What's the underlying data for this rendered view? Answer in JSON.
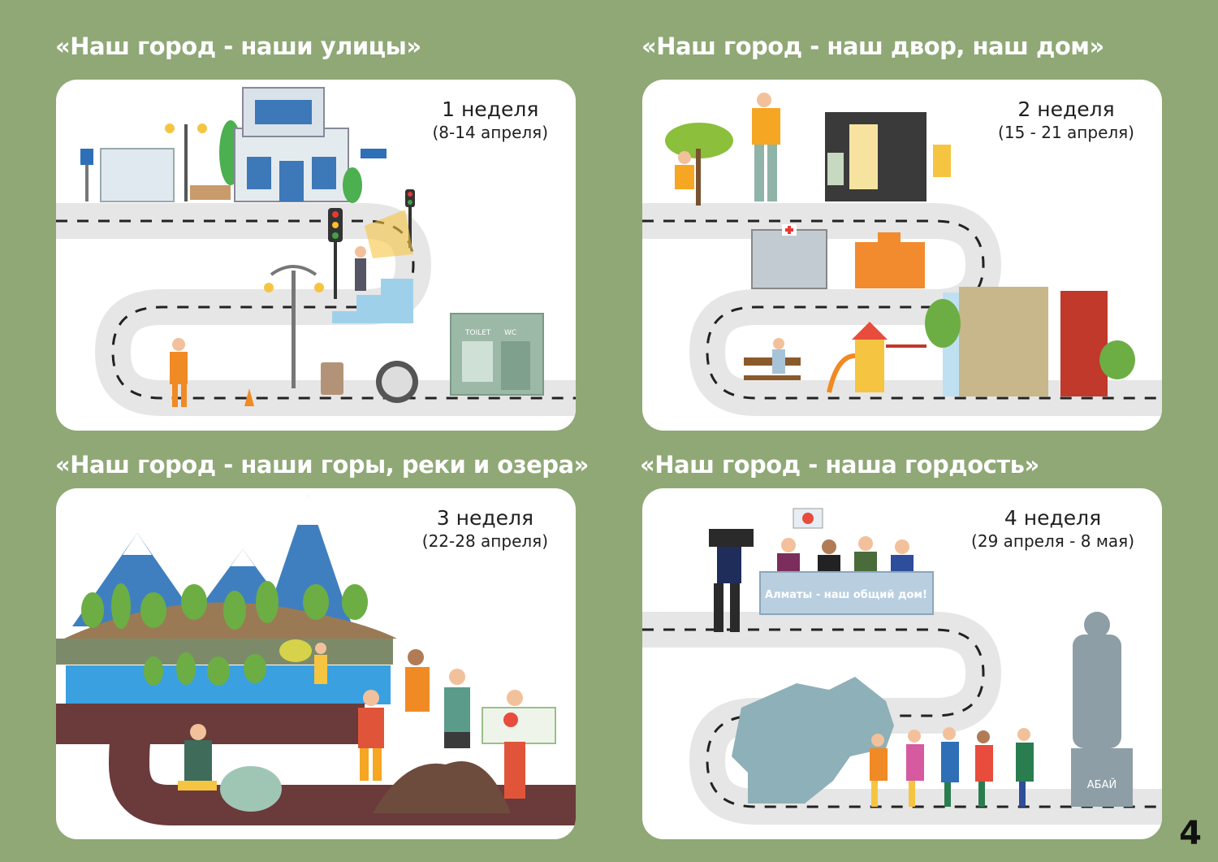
{
  "page_number": "4",
  "sections": [
    {
      "title": "«Наш город - наши улицы»",
      "week": "1 неделя",
      "dates": "(8-14 апреля)",
      "labels": {
        "toilet": "TOILET",
        "wc": "WC"
      }
    },
    {
      "title": "«Наш город - наш двор, наш дом»",
      "week": "2 неделя",
      "dates": "(15 - 21 апреля)"
    },
    {
      "title": "«Наш город - наши горы, реки и озера»",
      "week": "3 неделя",
      "dates": "(22-28 апреля)"
    },
    {
      "title": "«Наш город - наша гордость»",
      "week": "4 неделя",
      "dates": "(29 апреля - 8 мая)",
      "labels": {
        "banner": "Алматы - наш общий дом!",
        "monument": "АБАЙ"
      }
    }
  ],
  "colors": {
    "background": "#8fa876",
    "road": "#e6e6e6",
    "road_mark": "#222222",
    "mountain": "#3f7fbf",
    "water": "#3aa0e0",
    "soil": "#6b3a3a",
    "statue": "#8e9ea6"
  }
}
